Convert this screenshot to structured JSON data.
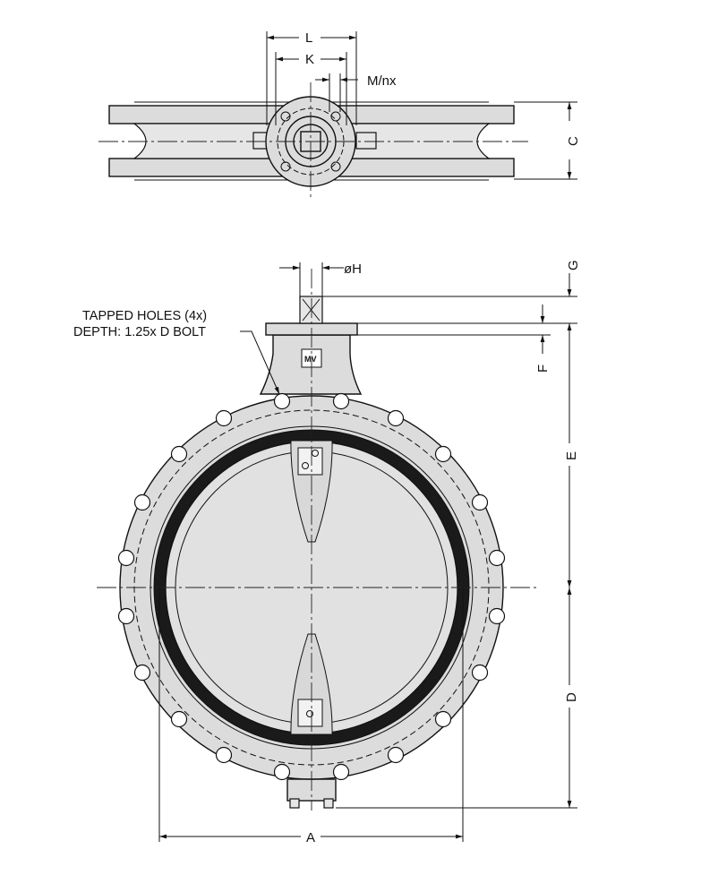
{
  "drawing": {
    "top_view_labels": {
      "L": "L",
      "K": "K",
      "M": "M/nx",
      "C": "C"
    },
    "front_view_labels": {
      "H": "øH",
      "G": "G",
      "F": "F",
      "E": "E",
      "D": "D",
      "A": "A"
    },
    "note": {
      "line1": "TAPPED HOLES (4x)",
      "line2": "DEPTH: 1.25x D BOLT"
    },
    "logo_text": "MV"
  }
}
